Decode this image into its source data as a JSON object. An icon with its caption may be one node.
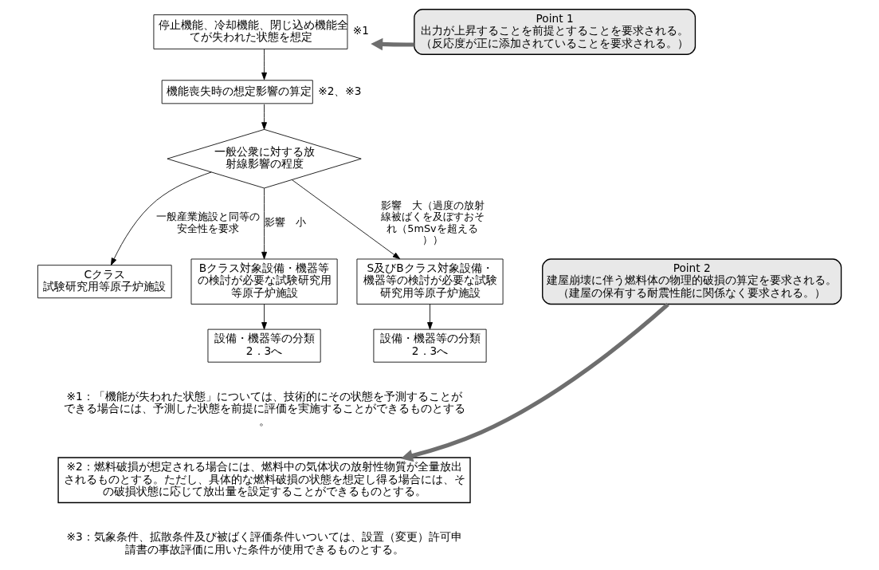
{
  "diagram": {
    "nodes": [
      {
        "text": [
          "停止機能、冷却機能、閉じ込め機能全てが失われた状態を想定"
        ],
        "beside": [
          "※1"
        ]
      },
      {
        "text": [
          "機能喪失時の想定影響の算定"
        ],
        "beside": [
          "※2、※3"
        ]
      },
      {
        "text": [
          "一般公衆に対する放射線影響の程度"
        ]
      },
      {
        "text": [
          "Cクラス",
          "試験研究用等原子炉施設"
        ]
      },
      {
        "text": [
          "Bクラス対象設備・機器等の検討が必要な試験研究用等原子炉施設"
        ]
      },
      {
        "text": [
          "S及びBクラス対象設備・機器等の検討が必要な試験研究用等原子炉施設"
        ]
      },
      {
        "text": [
          "設備・機器等の分類",
          "2．3へ"
        ]
      },
      {
        "text": [
          "設備・機器等の分類",
          "2．3へ"
        ]
      },
      {
        "text": [
          "Point 1",
          "出力が上昇することを前提とすることを要求される。",
          "（反応度が正に添加されていることを要求される。）"
        ]
      },
      {
        "text": [
          "Point 2",
          "建屋崩壊に伴う燃料体の物理的破損の算定を要求される。",
          "（建屋の保有する耐震性能に関係なく要求される。）"
        ]
      },
      {
        "text": [
          "※2：燃料破損が想定される場合には、燃料中の気体状の放射性物質が全量放出されるものとする。ただし、具体的な燃料破損の状態を想定し得る場合には、その破損状態に応じて放出量を設定することができるものとする。"
        ]
      }
    ],
    "edges": [
      {
        "from": 0,
        "to": 1,
        "arrow": "to"
      },
      {
        "from": 1,
        "to": 2,
        "arrow": "to"
      },
      {
        "from": 2,
        "to": 3,
        "arrow": "to",
        "label": "一般産業施設と同等の安全性を要求"
      },
      {
        "from": 2,
        "to": 4,
        "arrow": "to",
        "label": "影響　小"
      },
      {
        "from": 2,
        "to": 5,
        "arrow": "to",
        "label": "影響　大（過度の放射線被ばくを及ぼすおそれ（5mSvを超える））"
      },
      {
        "from": 4,
        "to": 6,
        "arrow": "to"
      },
      {
        "from": 5,
        "to": 7,
        "arrow": "to"
      },
      {
        "from": 8,
        "to": 0,
        "arrow": "to",
        "style": "thick",
        "color": "#6e6e6e"
      },
      {
        "from": 9,
        "to": 10,
        "arrow": "to",
        "style": "thick",
        "color": "#6e6e6e"
      }
    ],
    "labels": [
      "※1：「機能が失われた状態」については、技術的にその状態を予測することができる場合には、予測した状態を前提に評価を実施することができるものとする。",
      "※3：気象条件、拡散条件及び被ばく評価条件いついては、設置（変更）許可申請書の事故評価に用いた条件が使用できるものとする。"
    ]
  }
}
